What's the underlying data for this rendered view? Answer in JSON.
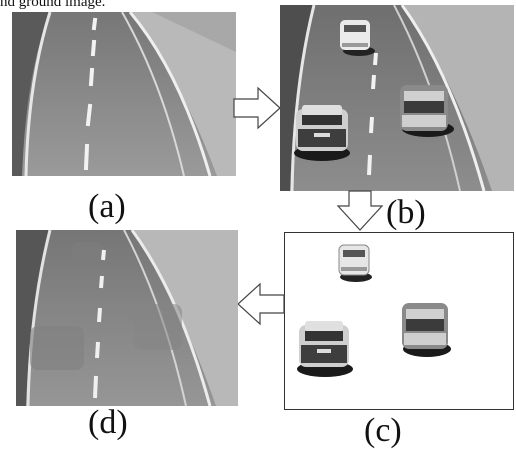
{
  "top_caption": "nd ground image.",
  "panels": [
    {
      "id": "a",
      "label": "(a)"
    },
    {
      "id": "b",
      "label": "(b)"
    },
    {
      "id": "c",
      "label": "(c)"
    },
    {
      "id": "d",
      "label": "(d)"
    }
  ],
  "colors": {
    "road": "#8f8f8f",
    "road_dark": "#5e5e5e",
    "wall": "#bdbdbd",
    "lane": "#f2f2f2",
    "car_white": "#e9e9e9",
    "car_dark": "#3a3a3a",
    "shadow": "#1c1c1c",
    "foreground_bg": "#ffffff"
  },
  "icons": [
    "right-arrow-icon",
    "down-arrow-icon",
    "left-arrow-icon"
  ]
}
